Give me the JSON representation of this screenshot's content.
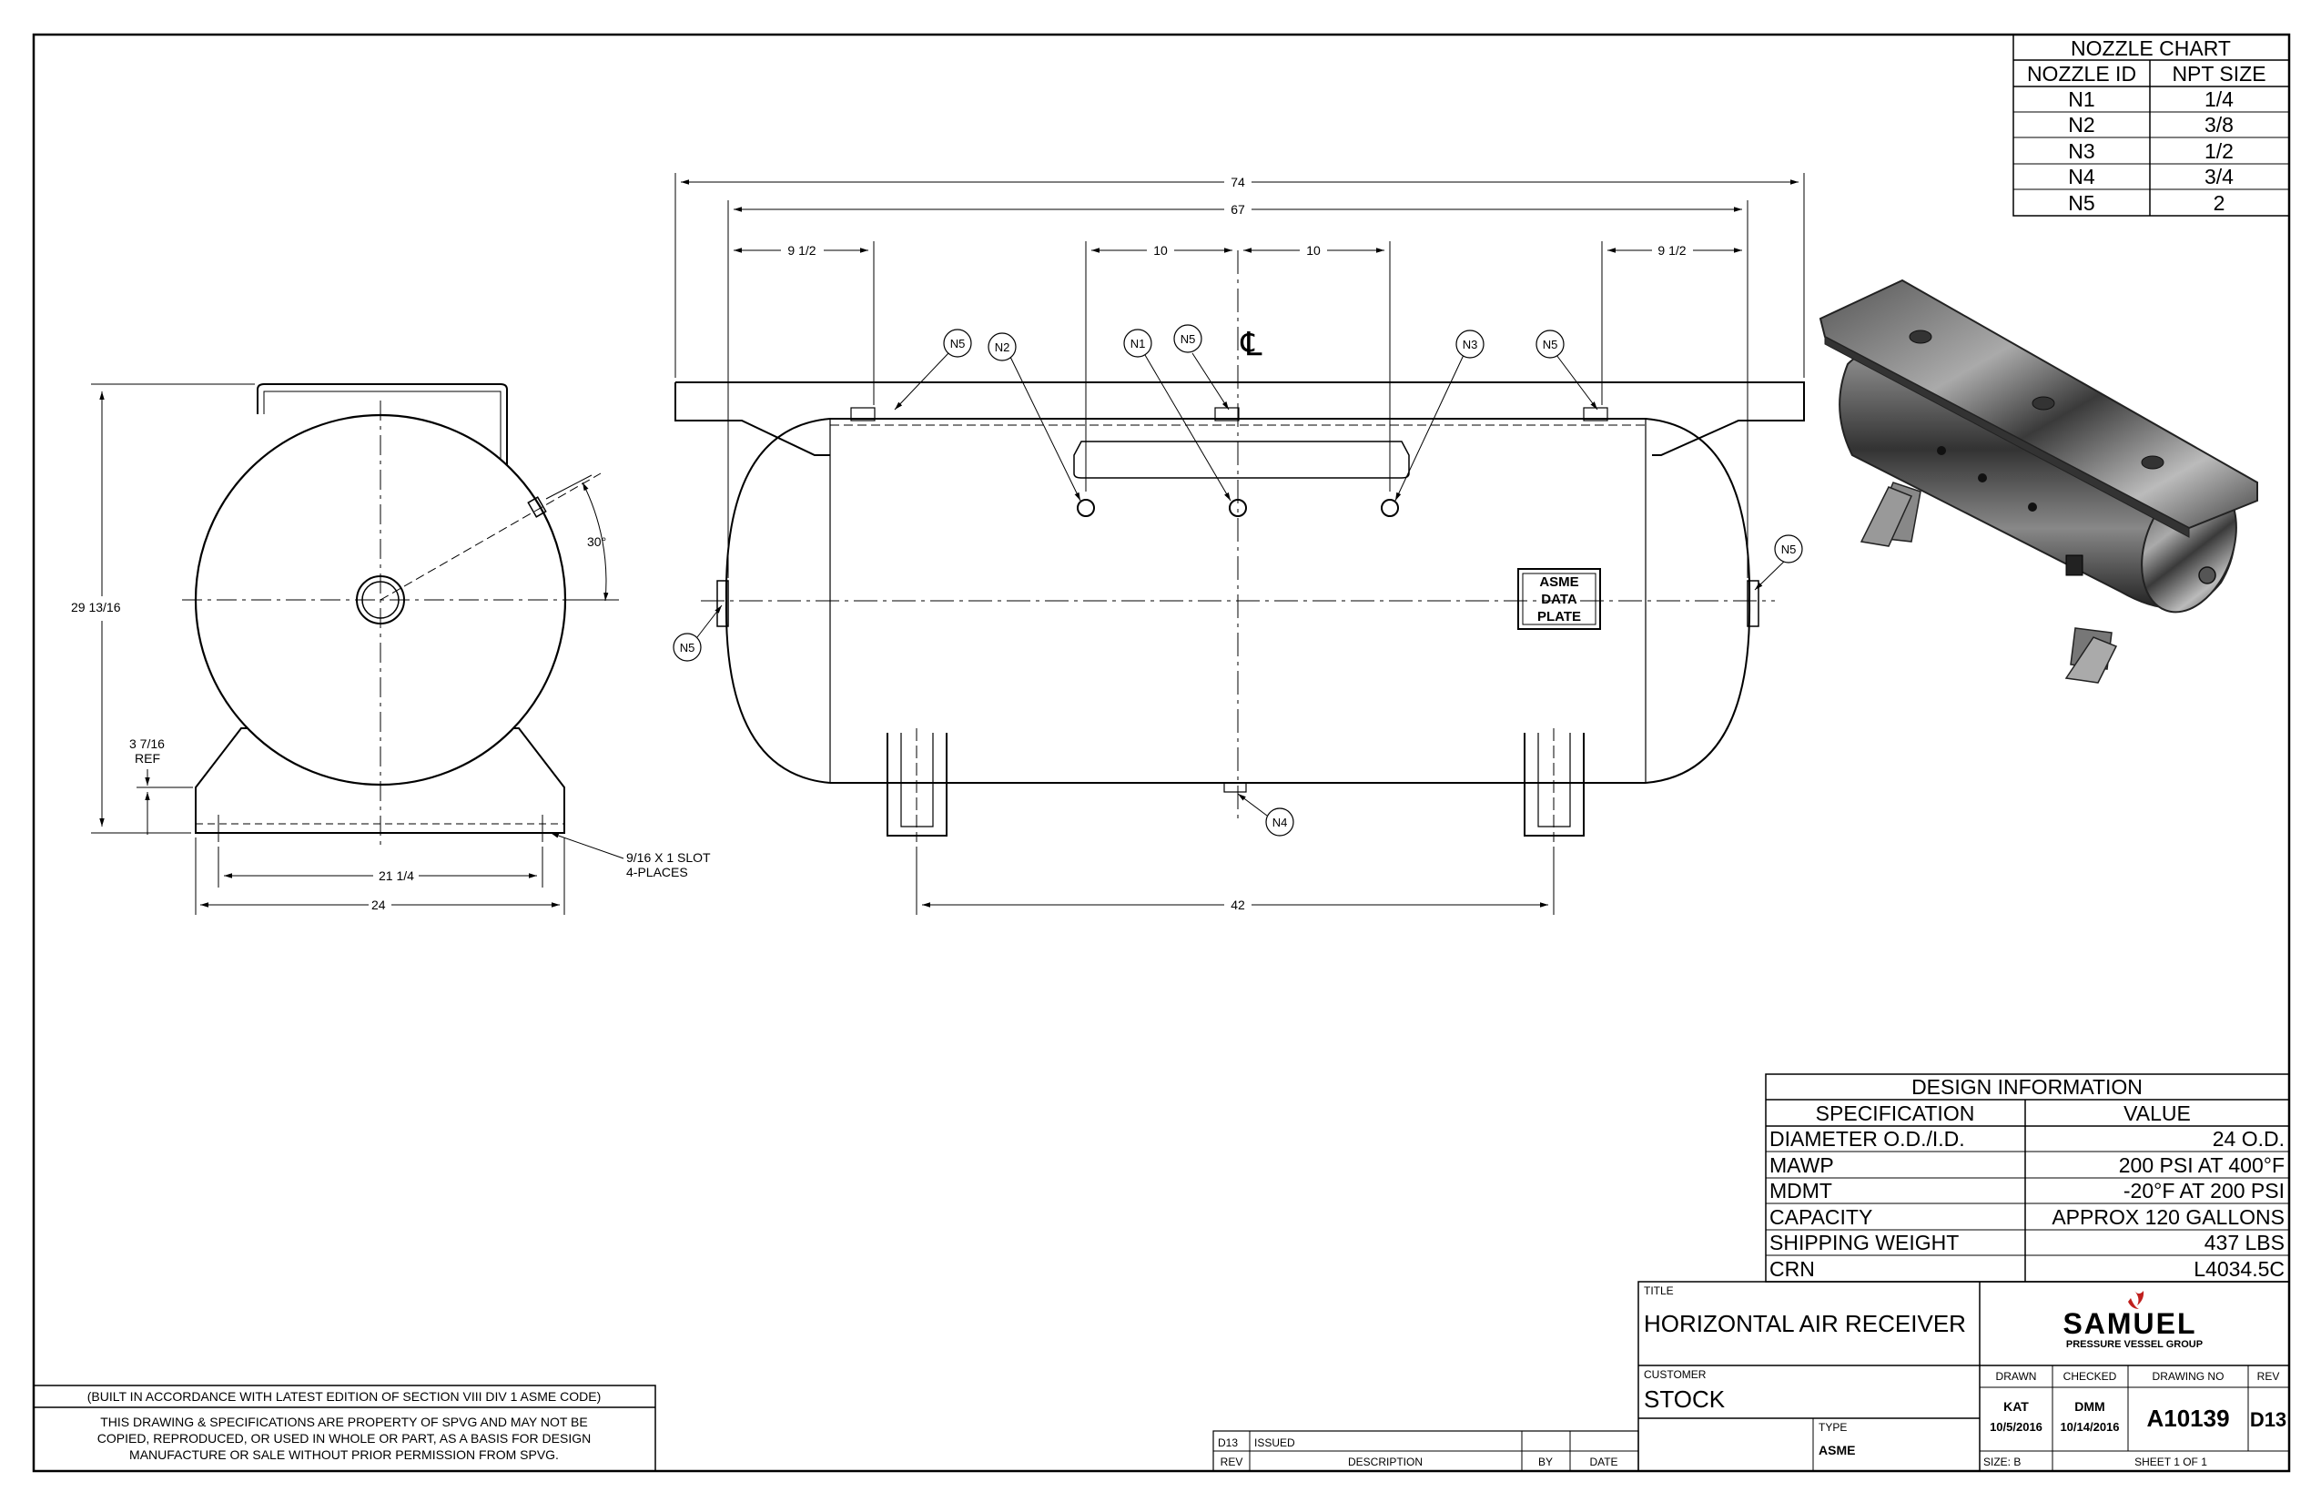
{
  "nozzle_chart": {
    "title": "NOZZLE CHART",
    "headers": [
      "NOZZLE ID",
      "NPT SIZE"
    ],
    "rows": [
      [
        "N1",
        "1/4"
      ],
      [
        "N2",
        "3/8"
      ],
      [
        "N3",
        "1/2"
      ],
      [
        "N4",
        "3/4"
      ],
      [
        "N5",
        "2"
      ]
    ]
  },
  "design_info": {
    "title": "DESIGN INFORMATION",
    "headers": [
      "SPECIFICATION",
      "VALUE"
    ],
    "rows": [
      [
        "DIAMETER O.D./I.D.",
        "24 O.D."
      ],
      [
        "MAWP",
        "200 PSI AT 400°F"
      ],
      [
        "MDMT",
        "-20°F AT 200 PSI"
      ],
      [
        "CAPACITY",
        "APPROX 120 GALLONS"
      ],
      [
        "SHIPPING WEIGHT",
        "437 LBS"
      ],
      [
        "CRN",
        "L4034.5C"
      ]
    ]
  },
  "dimensions": {
    "overall_length": "74",
    "head_length": "67",
    "left_offset": "9 1/2",
    "right_offset": "9 1/2",
    "nozzle_spacing_left": "10",
    "nozzle_spacing_right": "10",
    "leg_spacing": "42",
    "height": "29 13/16",
    "angle": "30°",
    "ref_height": "3 7/16",
    "ref_label": "REF",
    "slot_spacing": "21 1/4",
    "base_width": "24",
    "slot_note_1": "9/16 X 1 SLOT",
    "slot_note_2": "4-PLACES",
    "centerline": "℄"
  },
  "nozzle_labels": [
    "N1",
    "N2",
    "N3",
    "N4",
    "N5"
  ],
  "data_plate": [
    "ASME",
    "DATA",
    "PLATE"
  ],
  "notes": {
    "code_note": "(BUILT IN ACCORDANCE WITH LATEST EDITION OF SECTION VIII DIV 1 ASME CODE)",
    "property_line_1": "THIS DRAWING & SPECIFICATIONS ARE PROPERTY OF SPVG AND MAY NOT BE",
    "property_line_2": "COPIED, REPRODUCED, OR USED IN WHOLE OR PART, AS A BASIS FOR DESIGN",
    "property_line_3": "MANUFACTURE OR SALE WITHOUT PRIOR PERMISSION FROM SPVG."
  },
  "revision": {
    "rev": "D13",
    "description": "ISSUED",
    "headers": [
      "REV",
      "DESCRIPTION",
      "BY",
      "DATE"
    ]
  },
  "title_block": {
    "title_label": "TITLE",
    "title": "HORIZONTAL AIR RECEIVER",
    "customer_label": "CUSTOMER",
    "customer": "STOCK",
    "type_label": "TYPE",
    "type": "ASME",
    "logo_text": "SAMUEL",
    "logo_subtext": "PRESSURE VESSEL GROUP",
    "drawn_label": "DRAWN",
    "drawn_by": "KAT",
    "drawn_date": "10/5/2016",
    "checked_label": "CHECKED",
    "checked_by": "DMM",
    "checked_date": "10/14/2016",
    "drawing_no_label": "DRAWING NO",
    "drawing_no": "A10139",
    "rev_label": "REV",
    "rev": "D13",
    "size": "SIZE: B",
    "sheet": "SHEET 1  OF 1"
  }
}
